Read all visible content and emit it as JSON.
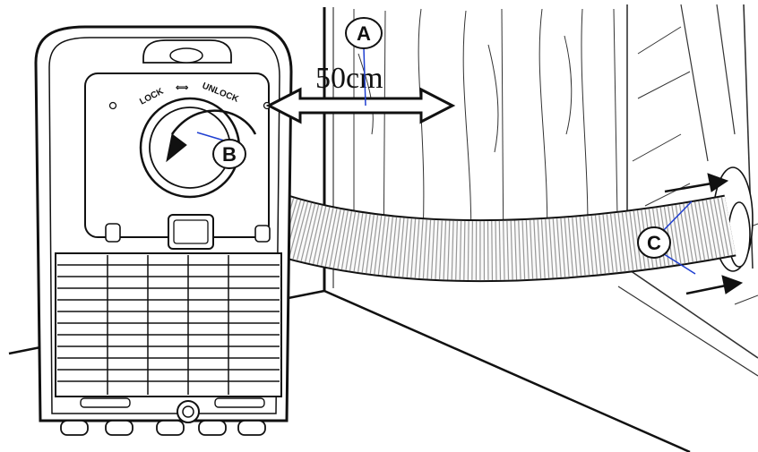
{
  "diagram": {
    "callouts": {
      "a": "A",
      "b": "B",
      "c": "C"
    },
    "distance_label": "50cm",
    "panel_labels": {
      "lock": "LOCK",
      "unlock": "UNLOCK",
      "direction_symbol": "⟺"
    },
    "colors": {
      "line": "#111111",
      "leader": "#1f3fd1",
      "background": "#ffffff"
    }
  }
}
